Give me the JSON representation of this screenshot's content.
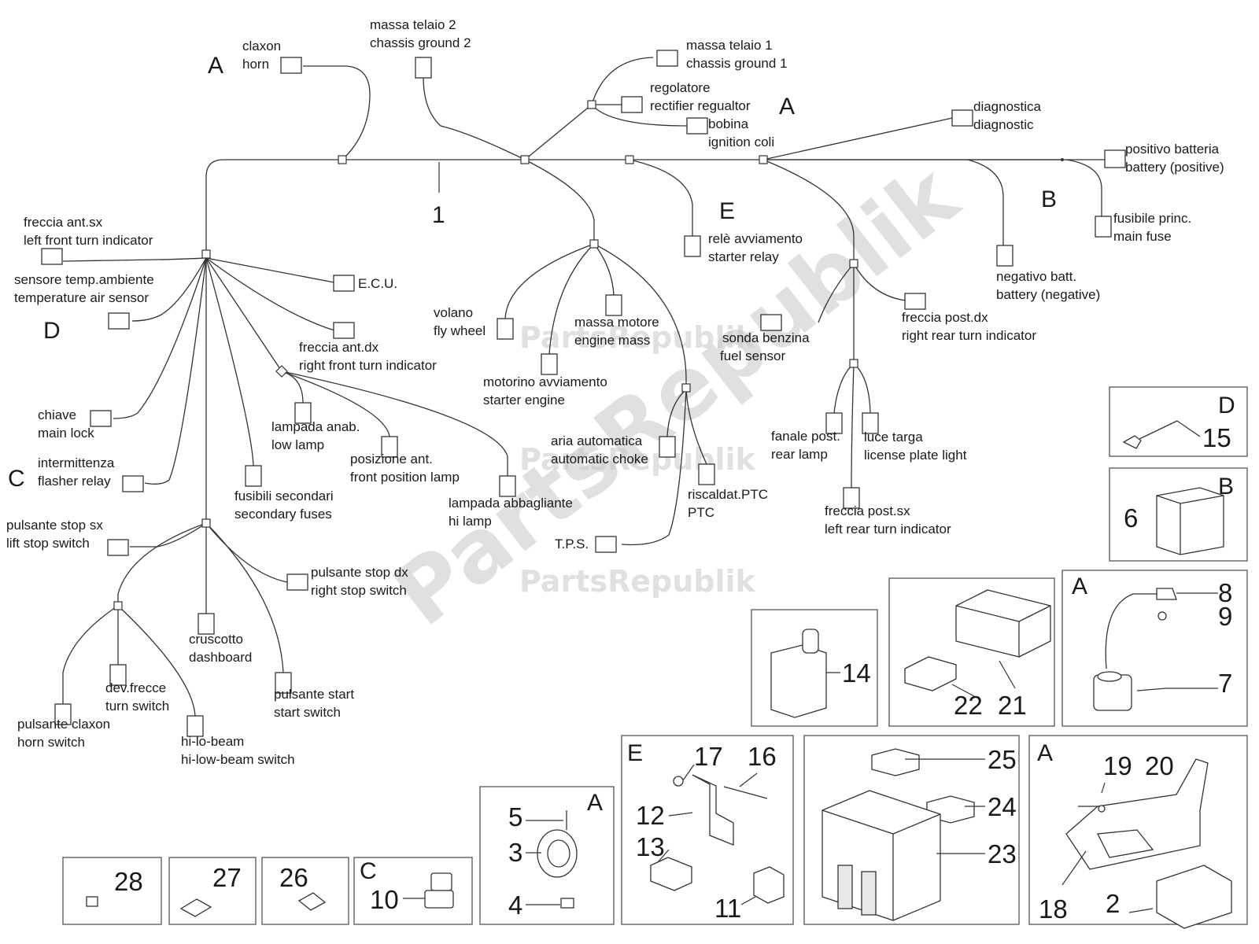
{
  "wiring": {
    "harness_number": "1",
    "zone_letters": [
      "A",
      "A",
      "B",
      "C",
      "D",
      "E"
    ],
    "components": {
      "horn": [
        "claxon",
        "horn"
      ],
      "chassis_ground_2": [
        "massa telaio 2",
        "chassis ground 2"
      ],
      "chassis_ground_1": [
        "massa telaio 1",
        "chassis ground 1"
      ],
      "rectifier": [
        "regolatore",
        "rectifier regualtor"
      ],
      "ignition_coil": [
        "bobina",
        "ignition coli"
      ],
      "diagnostic": [
        "diagnostica",
        "diagnostic"
      ],
      "battery_positive": [
        "positivo batteria",
        "battery (positive)"
      ],
      "main_fuse": [
        "fusibile princ.",
        "main fuse"
      ],
      "battery_negative": [
        "negativo batt.",
        "battery (negative)"
      ],
      "starter_relay": [
        "relè avviamento",
        "starter relay"
      ],
      "left_front_indicator": [
        "freccia ant.sx",
        "left front turn indicator"
      ],
      "temp_sensor": [
        "sensore temp.ambiente",
        "temperature air sensor"
      ],
      "ecu": [
        "E.C.U."
      ],
      "right_front_indicator": [
        "freccia ant.dx",
        "right front turn indicator"
      ],
      "fly_wheel": [
        "volano",
        "fly wheel"
      ],
      "engine_ground": [
        "massa motore",
        "engine mass"
      ],
      "starter_engine": [
        "motorino avviamento",
        "starter engine"
      ],
      "fuel_sensor": [
        "sonda benzina",
        "fuel sensor"
      ],
      "right_rear_indicator": [
        "freccia post.dx",
        "right rear turn indicator"
      ],
      "main_lock": [
        "chiave",
        "main lock"
      ],
      "low_lamp": [
        "lampada anab.",
        "low lamp"
      ],
      "front_position_lamp": [
        "posizione ant.",
        "front position lamp"
      ],
      "auto_choke": [
        "aria automatica",
        "automatic choke"
      ],
      "rear_lamp": [
        "fanale post.",
        "rear lamp"
      ],
      "license_plate_light": [
        "luce targa",
        "license plate light"
      ],
      "flasher_relay": [
        "intermittenza",
        "flasher relay"
      ],
      "secondary_fuses": [
        "fusibili secondari",
        "secondary fuses"
      ],
      "hi_lamp": [
        "lampada abbagliante",
        "hi lamp"
      ],
      "ptc": [
        "riscaldat.PTC",
        "PTC"
      ],
      "left_rear_indicator": [
        "freccia post.sx",
        "left rear turn indicator"
      ],
      "left_stop_switch": [
        "pulsante stop sx",
        "lift stop switch"
      ],
      "tps": [
        "T.P.S."
      ],
      "right_stop_switch": [
        "pulsante stop dx",
        "right stop switch"
      ],
      "dashboard": [
        "cruscotto",
        "dashboard"
      ],
      "turn_switch": [
        "dev.frecce",
        "turn switch"
      ],
      "start_switch": [
        "pulsante start",
        "start switch"
      ],
      "horn_switch": [
        "pulsante claxon",
        "horn switch"
      ],
      "hi_low_beam_switch": [
        "hi-lo-beam",
        "hi-low-beam switch"
      ]
    }
  },
  "parts_boxes": {
    "bolt_D": {
      "letter": "D",
      "numbers": [
        "15"
      ]
    },
    "battery_B": {
      "letter": "B",
      "numbers": [
        "6"
      ]
    },
    "coil_A": {
      "letter": "A",
      "numbers": [
        "8",
        "9",
        "7"
      ]
    },
    "relay_14": {
      "numbers": [
        "14"
      ]
    },
    "fuse_box": {
      "numbers": [
        "22",
        "21"
      ]
    },
    "relay_E": {
      "letter": "E",
      "numbers": [
        "17",
        "16",
        "12",
        "13",
        "11"
      ]
    },
    "fuse_holder": {
      "numbers": [
        "25",
        "24",
        "23"
      ]
    },
    "ecu_A": {
      "letter": "A",
      "numbers": [
        "19",
        "20",
        "18",
        "2"
      ]
    },
    "horn_A": {
      "letter": "A",
      "numbers": [
        "5",
        "3",
        "4"
      ]
    },
    "relay_C": {
      "letter": "C",
      "numbers": [
        "10"
      ]
    },
    "p26": {
      "numbers": [
        "26"
      ]
    },
    "p27": {
      "numbers": [
        "27"
      ]
    },
    "p28": {
      "numbers": [
        "28"
      ]
    }
  },
  "watermark": {
    "small": "PartsRepublik",
    "large": "PartsRepublik"
  }
}
